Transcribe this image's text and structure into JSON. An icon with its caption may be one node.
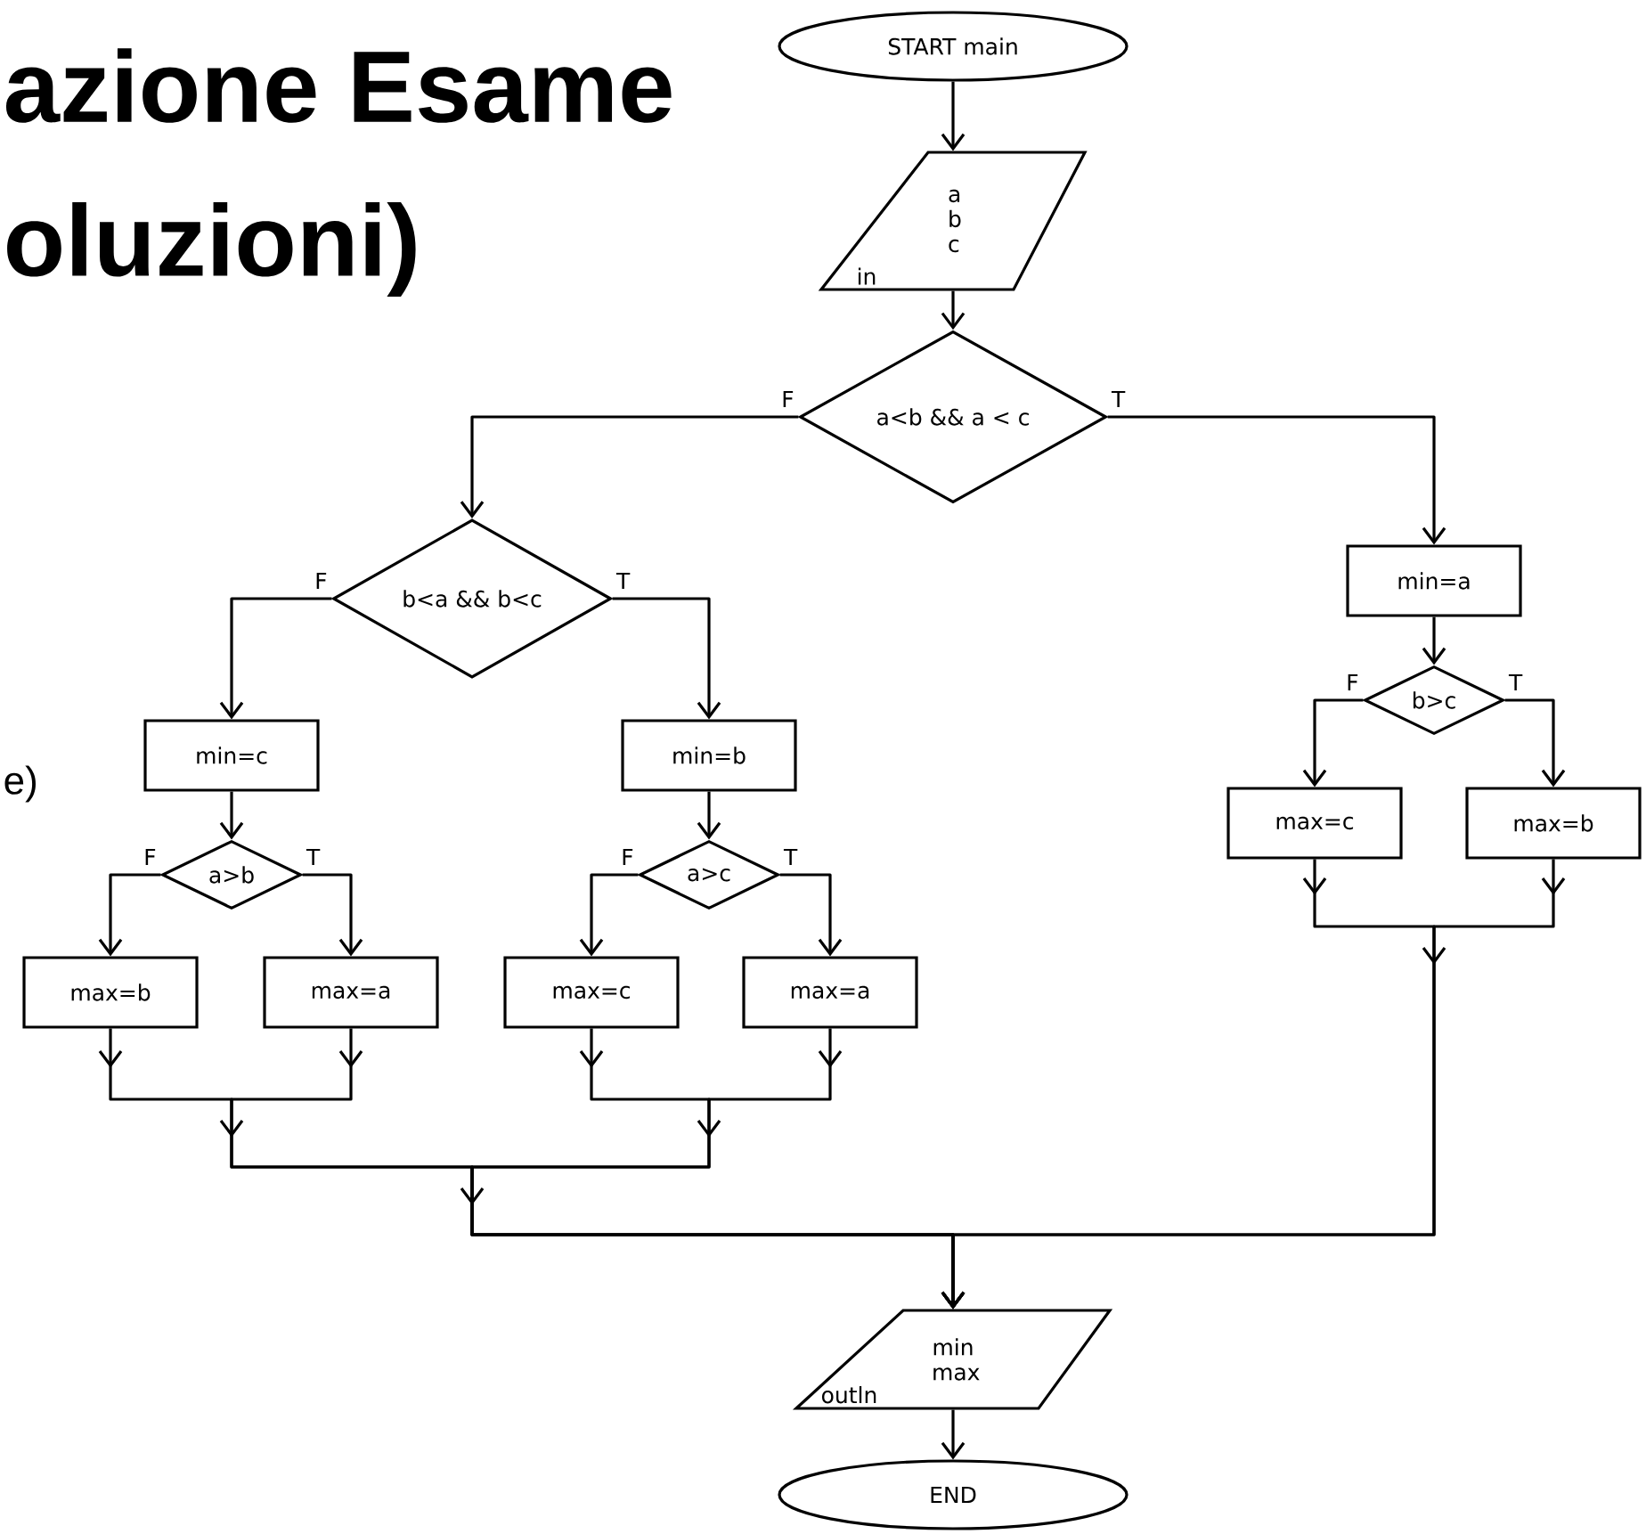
{
  "diagram": {
    "nodes": [
      {
        "text": [
          "START main"
        ]
      },
      {
        "text": [
          "a b c",
          "in"
        ]
      },
      {
        "text": [
          "a<b && a < c"
        ]
      },
      {
        "text": [
          "b<a && b<c"
        ]
      },
      {
        "text": [
          "min=a"
        ]
      },
      {
        "text": [
          "min=c"
        ]
      },
      {
        "text": [
          "min=b"
        ]
      },
      {
        "text": [
          "b>c"
        ]
      },
      {
        "text": [
          "a>b"
        ]
      },
      {
        "text": [
          "a>c"
        ]
      },
      {
        "text": [
          "max=c"
        ]
      },
      {
        "text": [
          "max=b"
        ]
      },
      {
        "text": [
          "max=b"
        ]
      },
      {
        "text": [
          "max=a"
        ]
      },
      {
        "text": [
          "max=c"
        ]
      },
      {
        "text": [
          "max=a"
        ]
      },
      {
        "text": [
          "min max",
          "outln"
        ]
      },
      {
        "text": [
          "END"
        ]
      }
    ],
    "edges": [
      {
        "from": 0,
        "to": 1,
        "arrow": "to"
      },
      {
        "from": 1,
        "to": 2,
        "arrow": "to"
      },
      {
        "from": 2,
        "to": 3,
        "arrow": "to",
        "label": "F"
      },
      {
        "from": 2,
        "to": 4,
        "arrow": "to",
        "label": "T"
      },
      {
        "from": 3,
        "to": 5,
        "arrow": "to",
        "label": "F"
      },
      {
        "from": 3,
        "to": 6,
        "arrow": "to",
        "label": "T"
      },
      {
        "from": 4,
        "to": 7,
        "arrow": "to"
      },
      {
        "from": 5,
        "to": 8,
        "arrow": "to"
      },
      {
        "from": 6,
        "to": 9,
        "arrow": "to"
      },
      {
        "from": 7,
        "to": 10,
        "arrow": "to",
        "label": "F"
      },
      {
        "from": 7,
        "to": 11,
        "arrow": "to",
        "label": "T"
      },
      {
        "from": 8,
        "to": 12,
        "arrow": "to",
        "label": "F"
      },
      {
        "from": 8,
        "to": 13,
        "arrow": "to",
        "label": "T"
      },
      {
        "from": 9,
        "to": 14,
        "arrow": "to",
        "label": "F"
      },
      {
        "from": 9,
        "to": 15,
        "arrow": "to",
        "label": "T"
      },
      {
        "from": 12,
        "to": 16,
        "arrow": "to"
      },
      {
        "from": 13,
        "to": 16,
        "arrow": "to"
      },
      {
        "from": 14,
        "to": 16,
        "arrow": "to"
      },
      {
        "from": 15,
        "to": 16,
        "arrow": "to"
      },
      {
        "from": 10,
        "to": 16,
        "arrow": "to"
      },
      {
        "from": 11,
        "to": 16,
        "arrow": "to"
      },
      {
        "from": 16,
        "to": 17,
        "arrow": "to"
      }
    ],
    "labels": [
      "azione Esame",
      "oluzioni)",
      "e)"
    ]
  }
}
